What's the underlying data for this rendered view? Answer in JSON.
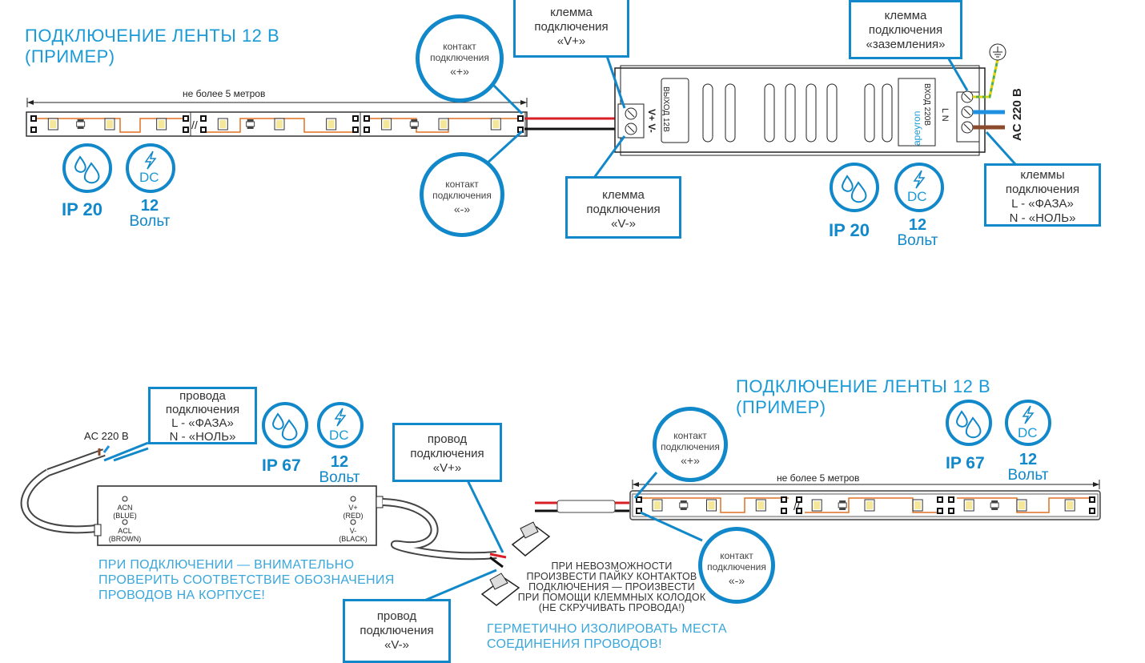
{
  "top": {
    "title_line1": "ПОДКЛЮЧЕНИЕ ЛЕНТЫ 12 В",
    "title_line2": "(ПРИМЕР)",
    "length_label": "не более 5 метров",
    "contact_plus": [
      "контакт",
      "подключения",
      "«+»"
    ],
    "contact_minus": [
      "контакт",
      "подключения",
      "«-»"
    ],
    "terminal_vplus": [
      "клемма",
      "подключения",
      "«V+»"
    ],
    "terminal_vminus": [
      "клемма",
      "подключения",
      "«V-»"
    ],
    "terminal_ground": [
      "клемма",
      "подключения",
      "«заземления»"
    ],
    "terminals_ln": [
      "клеммы",
      "подключения",
      "L - «ФАЗА»",
      "N - «НОЛЬ»"
    ],
    "strip_ip": "IP 20",
    "strip_dc": "DC",
    "strip_volt_num": "12",
    "strip_volt_unit": "Вольт",
    "psu_ip": "IP 20",
    "psu_dc": "DC",
    "psu_volt_num": "12",
    "psu_volt_unit": "Вольт",
    "psu_output": "ВЫХОД 12В",
    "psu_vv": "V+ V-",
    "psu_input": "ВХОД 220В",
    "psu_brand": "apeyron",
    "psu_lnl": "L N",
    "ac_label": "AC 220 В"
  },
  "bottom": {
    "title_line1": "ПОДКЛЮЧЕНИЕ ЛЕНТЫ 12 В",
    "title_line2": "(ПРИМЕР)",
    "length_label": "не более 5 метров",
    "ac_label": "AC 220 В",
    "wires_ln": [
      "провода",
      "подключения",
      "L - «ФАЗА»",
      "N - «НОЛЬ»"
    ],
    "wire_vplus": [
      "провод",
      "подключения",
      "«V+»"
    ],
    "wire_vminus": [
      "провод",
      "подключения",
      "«V-»"
    ],
    "contact_plus": [
      "контакт",
      "подключения",
      "«+»"
    ],
    "contact_minus": [
      "контакт",
      "подключения",
      "«-»"
    ],
    "psu_ip": "IP 67",
    "psu_dc": "DC",
    "psu_volt_num": "12",
    "psu_volt_unit": "Вольт",
    "strip_ip": "IP 67",
    "strip_dc": "DC",
    "strip_volt_num": "12",
    "strip_volt_unit": "Вольт",
    "psu_acn": [
      "ACN",
      "(BLUE)"
    ],
    "psu_acl": [
      "ACL",
      "(BROWN)"
    ],
    "psu_vplus": [
      "V+",
      "(RED)"
    ],
    "psu_vminus": [
      "V-",
      "(BLACK)"
    ],
    "warning": [
      "ПРИ ПОДКЛЮЧЕНИИ — ВНИМАТЕЛЬНО",
      "ПРОВЕРИТЬ СООТВЕТСТВИЕ ОБОЗНАЧЕНИЯ",
      "ПРОВОДОВ НА КОРПУСЕ!"
    ],
    "solder_note": [
      "ПРИ НЕВОЗМОЖНОСТИ",
      "ПРОИЗВЕСТИ ПАЙКУ КОНТАКТОВ",
      "ПОДКЛЮЧЕНИЯ — ПРОИЗВЕСТИ",
      "ПРИ ПОМОЩИ КЛЕММНЫХ КОЛОДОК",
      "(НЕ СКРУЧИВАТЬ ПРОВОДА!)"
    ],
    "seal_note": [
      "ГЕРМЕТИЧНО ИЗОЛИРОВАТЬ МЕСТА",
      "СОЕДИНЕНИЯ ПРОВОДОВ!"
    ]
  },
  "colors": {
    "accent": "#1188c9",
    "title": "#1a9ad6",
    "wire_red": "#d81f26",
    "wire_black": "#111111",
    "wire_blue": "#1e90e0",
    "wire_brown": "#8b4a2b",
    "wire_ground_green": "#4caf50",
    "wire_ground_yellow": "#e6d200",
    "strip_trace": "#e07020"
  }
}
